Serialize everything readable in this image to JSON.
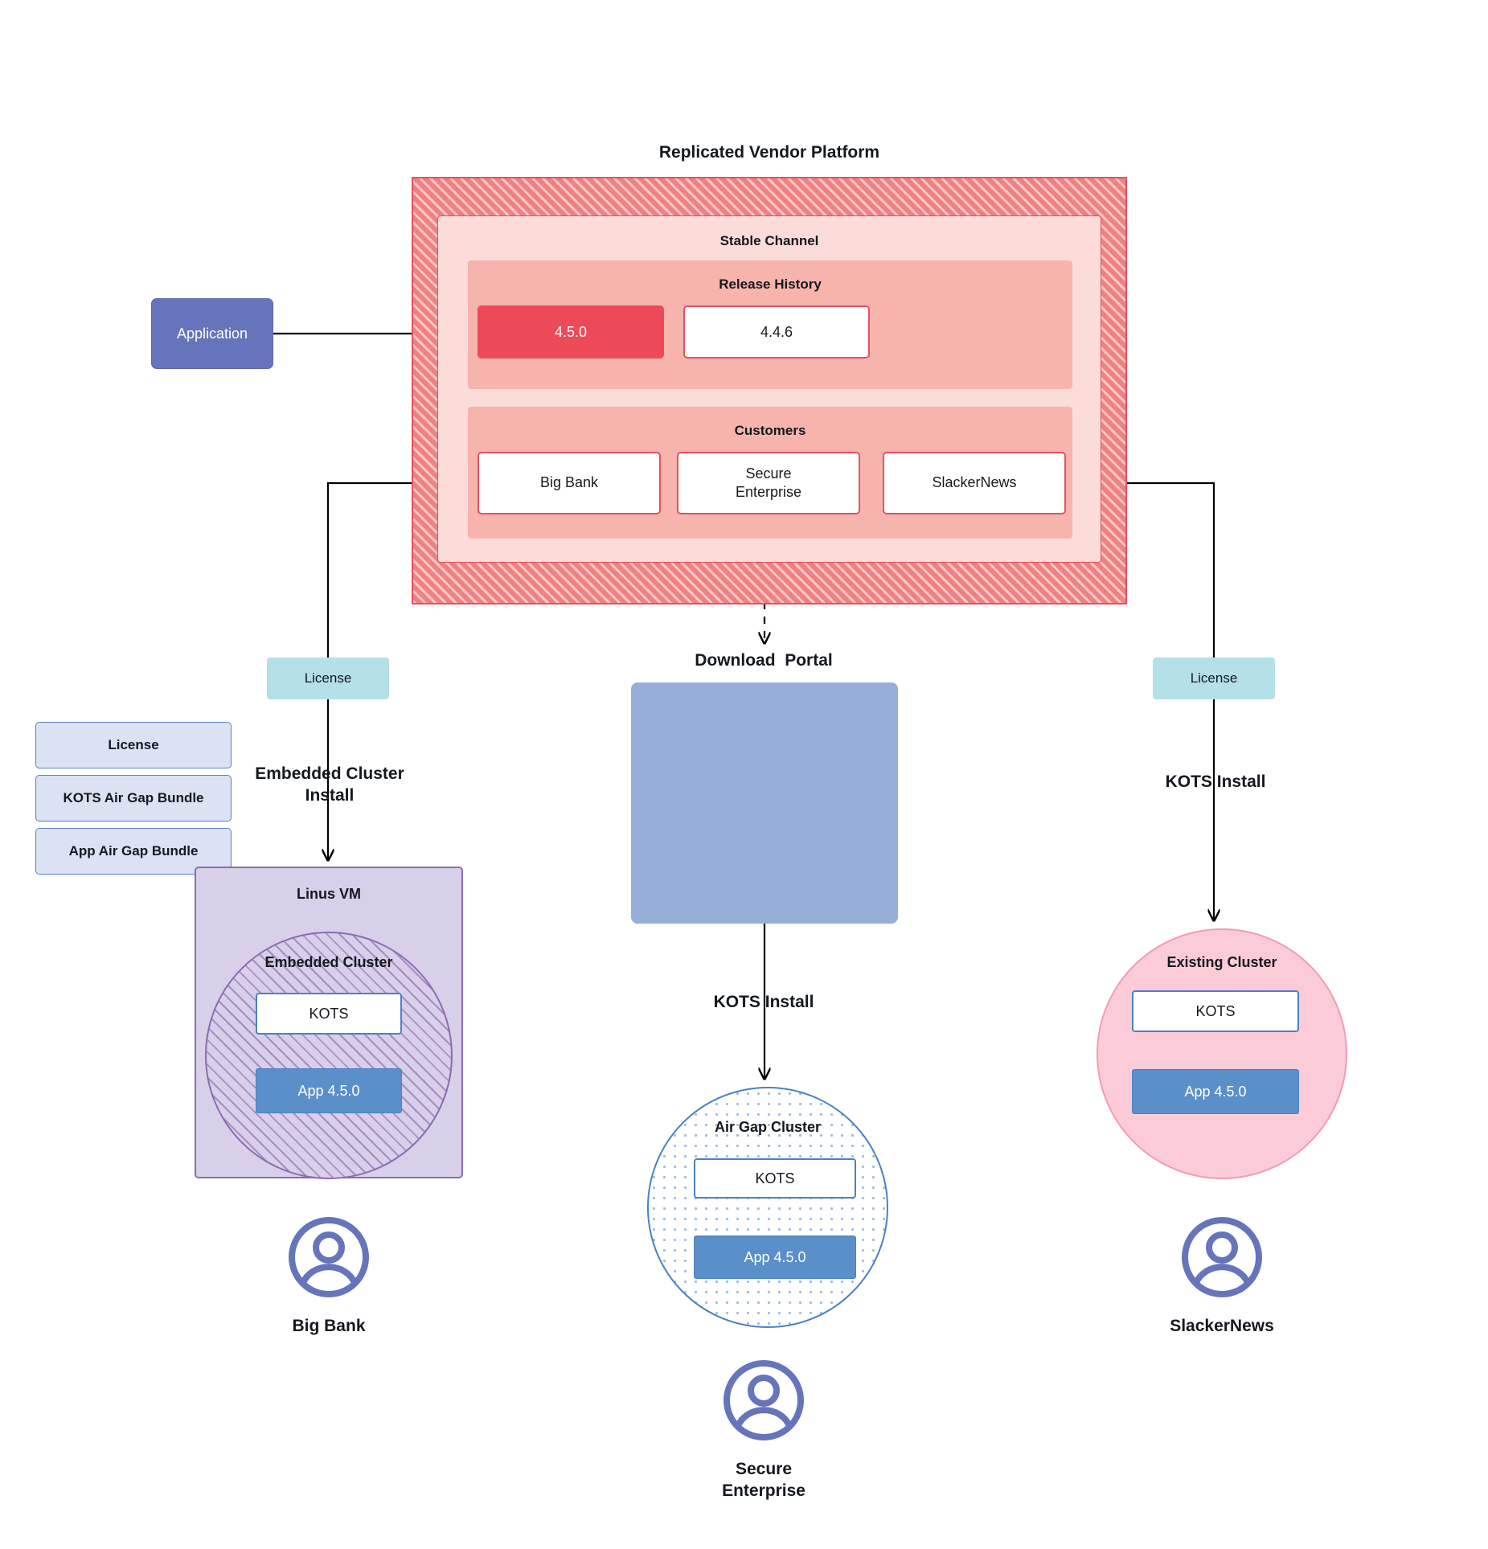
{
  "diagram": {
    "title": "Replicated Vendor Platform"
  },
  "application": {
    "label": "Application"
  },
  "vendor_platform": {
    "title": "Replicated Vendor Platform",
    "stable_channel": {
      "title": "Stable Channel",
      "release_history": {
        "title": "Release History",
        "releases": [
          {
            "version": "4.5.0",
            "state": "current"
          },
          {
            "version": "4.4.6",
            "state": "previous"
          }
        ]
      },
      "customers": {
        "title": "Customers",
        "items": [
          {
            "name": "Big Bank"
          },
          {
            "name": "Secure\nEnterprise"
          },
          {
            "name": "SlackerNews"
          }
        ]
      }
    }
  },
  "licenses": {
    "left_label": "License",
    "right_label": "License"
  },
  "download_portal": {
    "title": "Download  Portal",
    "items": [
      {
        "label": "License"
      },
      {
        "label": "KOTS Air Gap Bundle"
      },
      {
        "label": "App Air Gap Bundle"
      }
    ]
  },
  "edges": {
    "embedded_cluster_install": "Embedded Cluster\nInstall",
    "kots_install_right": "KOTS Install",
    "kots_install_middle": "KOTS Install"
  },
  "left_column": {
    "vm_title": "Linus VM",
    "cluster_title": "Embedded Cluster",
    "kots_label": "KOTS",
    "app_label": "App 4.5.0",
    "customer_caption": "Big Bank",
    "avatar_icon": "user-avatar-icon"
  },
  "middle_column": {
    "cluster_title": "Air Gap Cluster",
    "kots_label": "KOTS",
    "app_label": "App 4.5.0",
    "customer_caption": "Secure\nEnterprise",
    "avatar_icon": "user-avatar-icon"
  },
  "right_column": {
    "cluster_title": "Existing Cluster",
    "kots_label": "KOTS",
    "app_label": "App 4.5.0",
    "customer_caption": "SlackerNews",
    "avatar_icon": "user-avatar-icon"
  },
  "colors": {
    "platform_hatch": "#ef8181",
    "platform_border": "#e8505f",
    "stable_channel_bg": "#fbdcd9",
    "group_bg": "#f7b4ad",
    "release_current": "#ed4a59",
    "application": "#6674bb",
    "license_chip": "#b4e0e8",
    "portal_bg": "#97aed8",
    "portal_item": "#dbe2f3",
    "vm_purple": "#d8cfe9",
    "vm_border": "#8b6bb1",
    "cluster_blue": "#4a80c4",
    "app_blue": "#5b8fc9",
    "existing_cluster_pink": "#fbccd8",
    "existing_cluster_border": "#f39ab4",
    "avatar": "#6674bb"
  }
}
